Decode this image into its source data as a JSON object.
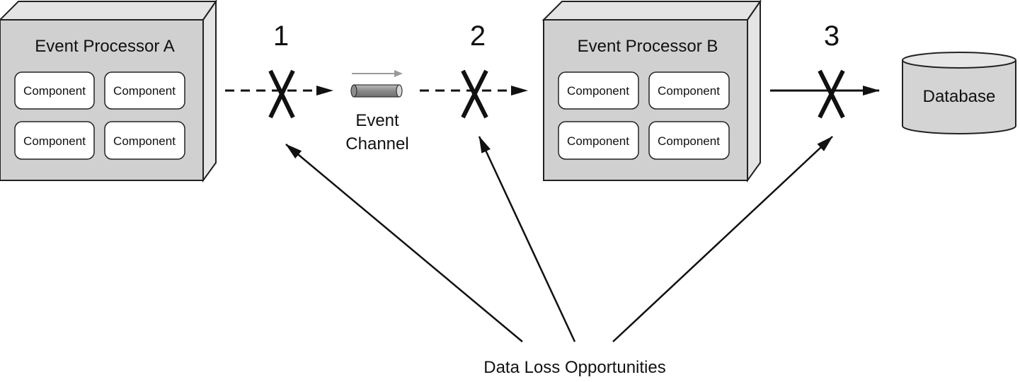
{
  "processors": [
    {
      "title": "Event Processor A",
      "components": [
        "Component",
        "Component",
        "Component",
        "Component"
      ]
    },
    {
      "title": "Event Processor B",
      "components": [
        "Component",
        "Component",
        "Component",
        "Component"
      ]
    }
  ],
  "event_channel": {
    "line1": "Event",
    "line2": "Channel"
  },
  "database": {
    "label": "Database"
  },
  "points": [
    {
      "number": "1",
      "marker": "X",
      "line_style": "dashed"
    },
    {
      "number": "2",
      "marker": "X",
      "line_style": "dashed"
    },
    {
      "number": "3",
      "marker": "X",
      "line_style": "solid"
    }
  ],
  "caption": "Data Loss Opportunities",
  "colors": {
    "box_face": "#d0d0d0",
    "box_side": "#e4e4e4",
    "stroke": "#222222",
    "arrow_gray": "#9a9a9a",
    "cylinder_fill": "#d4d4d4"
  }
}
